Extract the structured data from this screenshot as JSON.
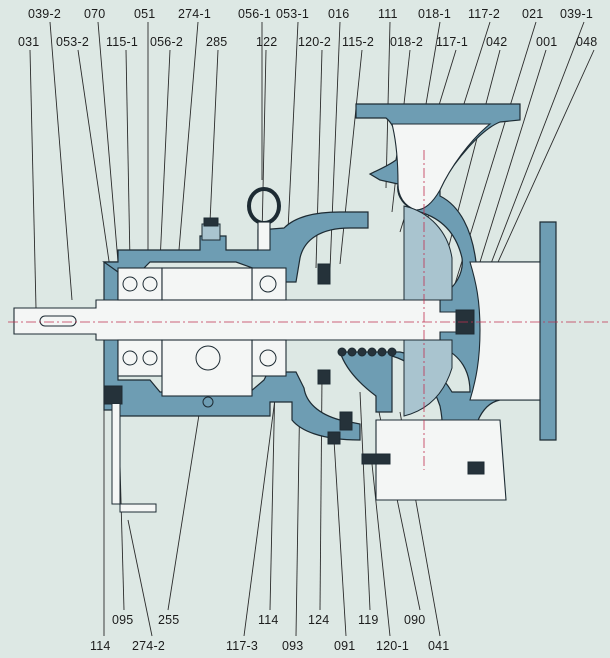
{
  "labels_top_row1": [
    "039-2",
    "070",
    "051",
    "274-1",
    "056-1",
    "053-1",
    "016",
    "111",
    "018-1",
    "117-2",
    "021",
    "039-1"
  ],
  "labels_top_row2": [
    "031",
    "053-2",
    "115-1",
    "056-2",
    "285",
    "122",
    "120-2",
    "115-2",
    "018-2",
    "117-1",
    "042",
    "001",
    "048"
  ],
  "labels_bottom_row1": [
    "095",
    "255",
    "114",
    "124",
    "119",
    "090"
  ],
  "labels_bottom_row2": [
    "114",
    "274-2",
    "117-3",
    "093",
    "091",
    "120-1",
    "041"
  ],
  "colors": {
    "background": "#dde8e4",
    "casing": "#6e9db3",
    "shaft": "#f4f6f5",
    "dark_parts": "#25323a",
    "text": "#1c1c1c"
  }
}
